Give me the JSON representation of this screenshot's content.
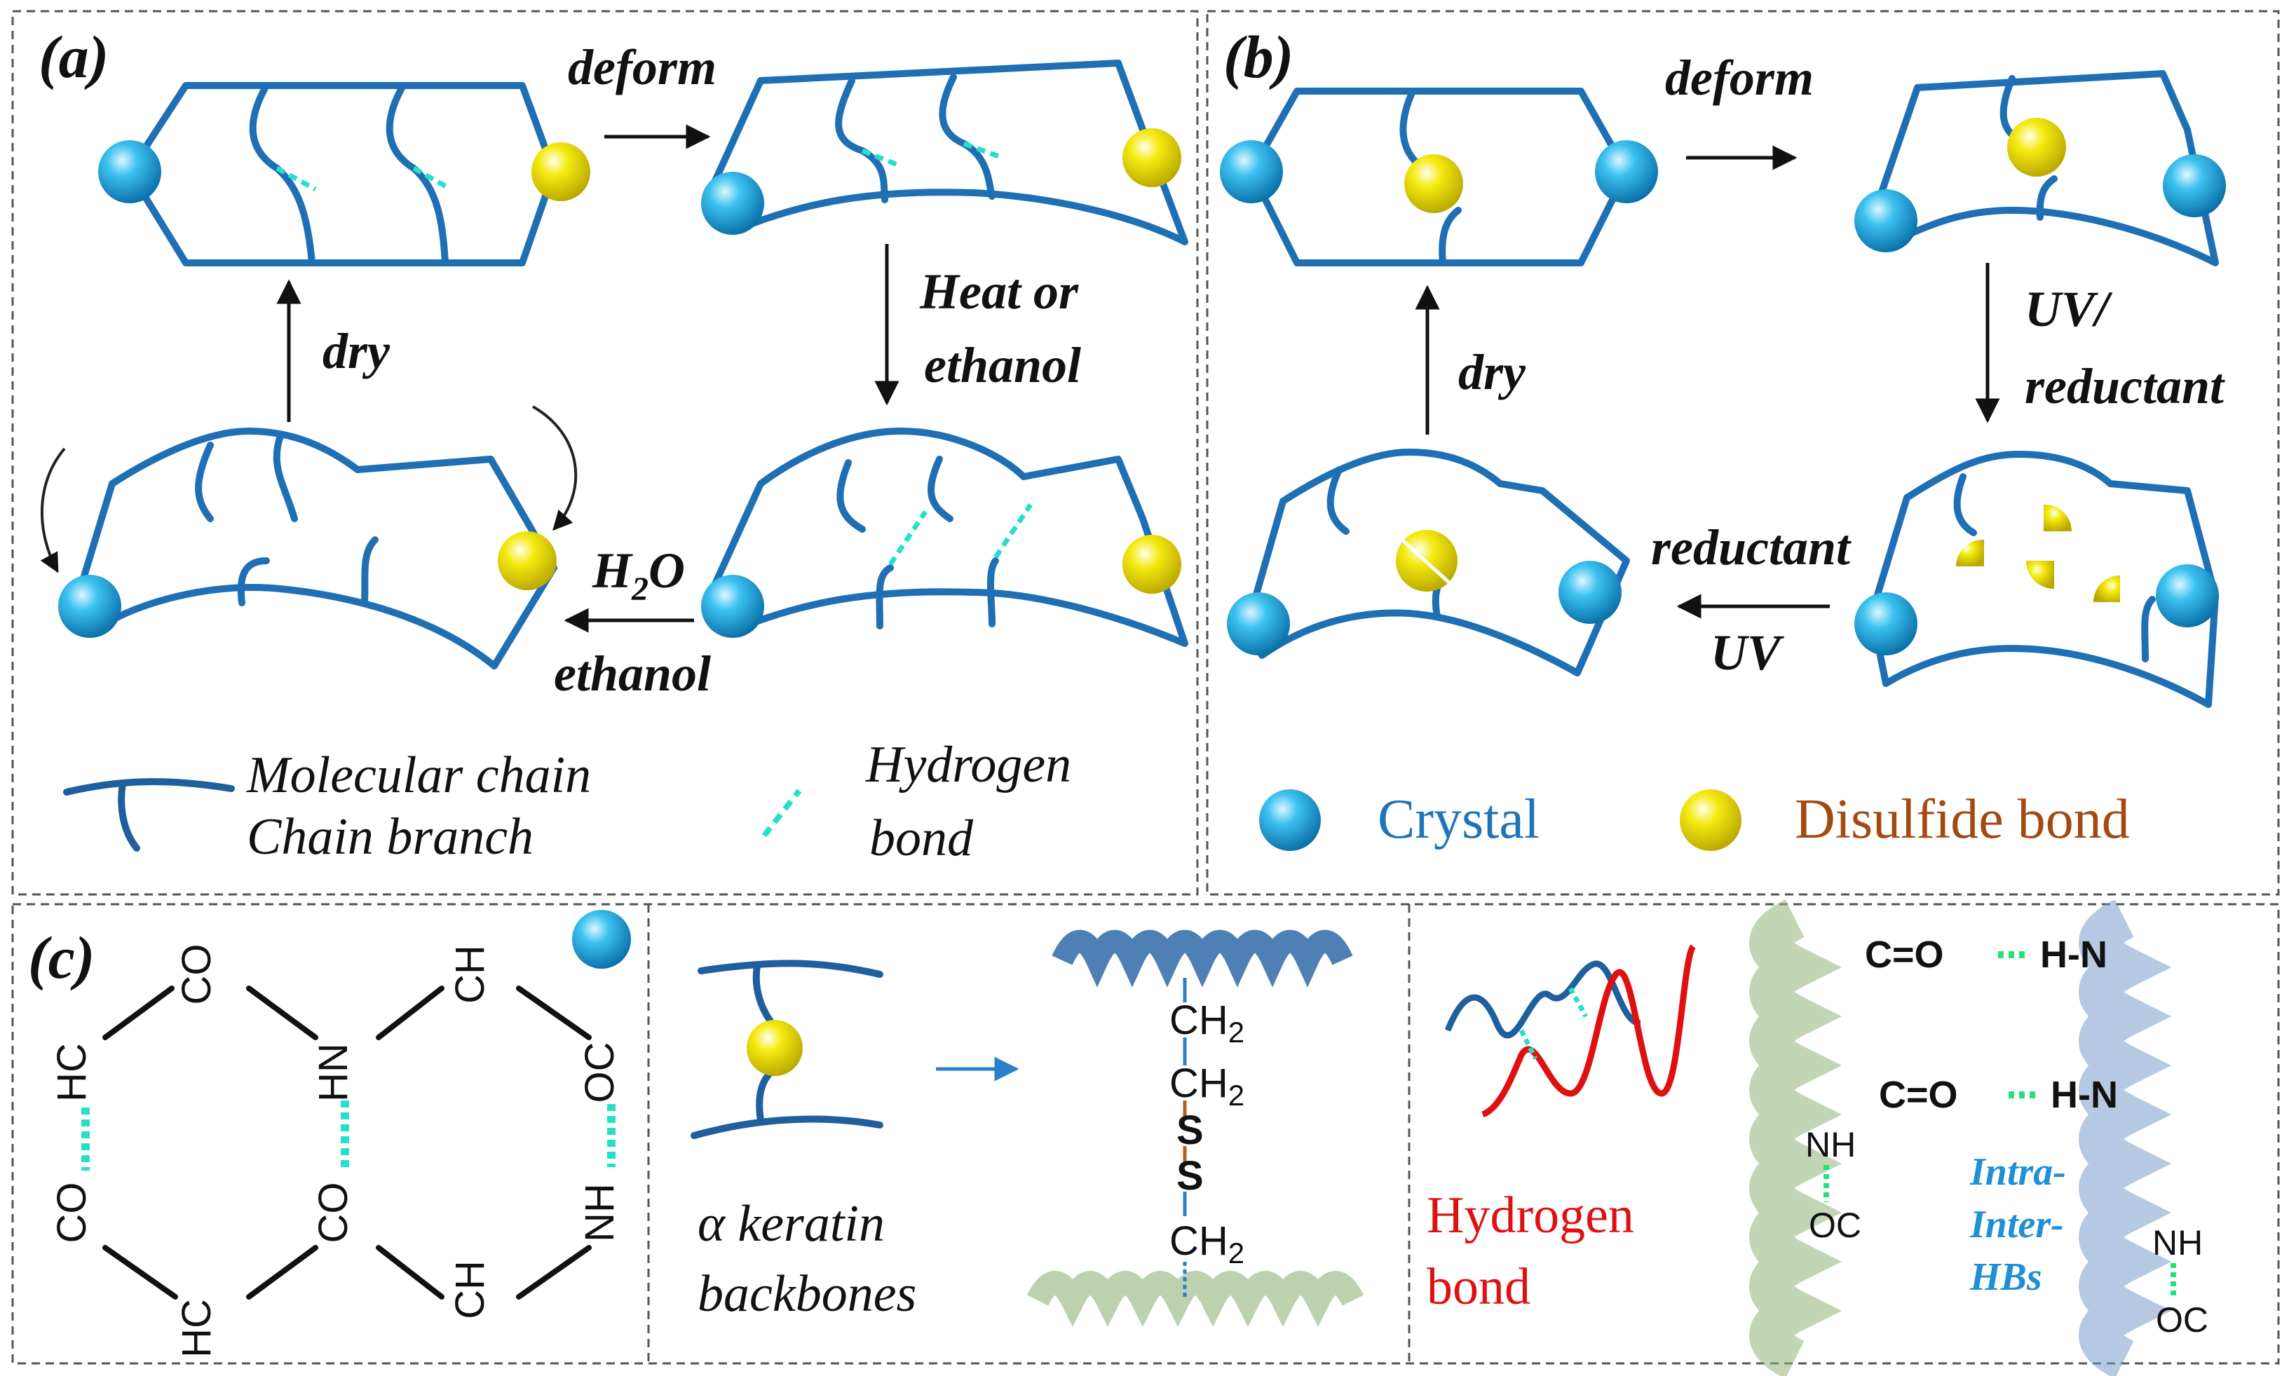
{
  "colors": {
    "chain": "#1f6fb5",
    "crystal": "#1aa3dc",
    "disulfide": "#f2e200",
    "hbond": "#25e0c8",
    "red": "#e01010",
    "legend_crystal": "#1f73b8",
    "legend_disulfide": "#a24a10",
    "hbs_label": "#1f8fd6"
  },
  "panel_a": {
    "label": "(a)",
    "deform": "deform",
    "heat_1": "Heat or",
    "heat_2": "ethanol",
    "dry": "dry",
    "h2o_main": "H",
    "h2o_sub": "2",
    "h2o_tail": "O",
    "ethanol": "ethanol",
    "legend_chain_1": "Molecular chain",
    "legend_chain_2": "Chain branch",
    "legend_hb_1": "Hydrogen",
    "legend_hb_2": "bond"
  },
  "panel_b": {
    "label": "(b)",
    "deform": "deform",
    "uv_1": "UV/",
    "uv_2": "reductant",
    "dry": "dry",
    "reductant": "reductant",
    "uv": "UV",
    "legend_crystal": "Crystal",
    "legend_disulfide": "Disulfide bond"
  },
  "panel_c": {
    "label": "(c)",
    "ring_top": [
      "CO",
      "CH"
    ],
    "ring_upper": [
      "HC",
      "HN",
      "OC"
    ],
    "ring_lower": [
      "CO",
      "CO",
      "NH"
    ],
    "ring_bottom": [
      "HC",
      "CH"
    ],
    "keratin_1": "α keratin",
    "keratin_2": "backbones",
    "ch2": "CH",
    "sub2": "2",
    "s": "S",
    "hydrogen_1": "Hydrogen",
    "hydrogen_2": "bond",
    "co_hn": "C=O",
    "hn": "H-N",
    "nh": "NH",
    "oc": "OC",
    "intra": "Intra-",
    "inter": "Inter-",
    "hbs": "HBs"
  }
}
